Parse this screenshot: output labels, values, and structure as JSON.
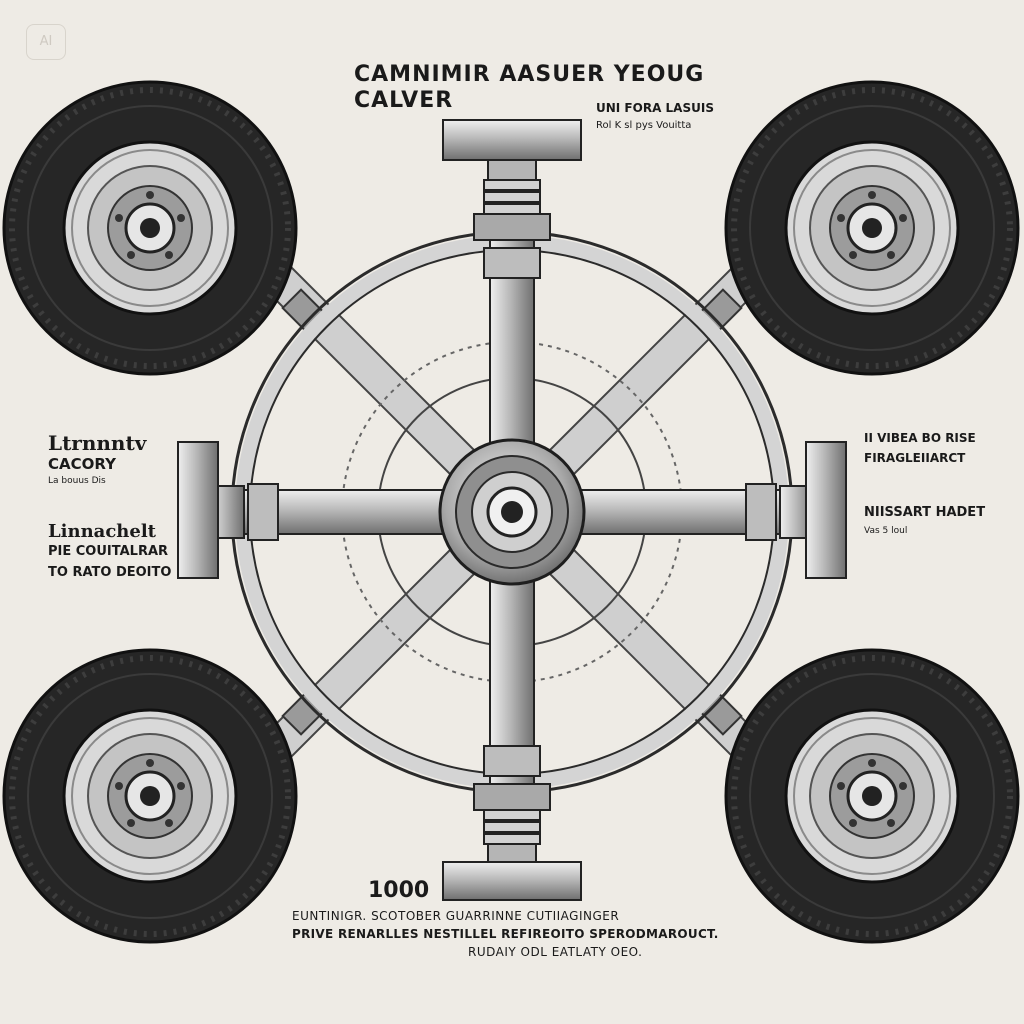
{
  "badge": "AI",
  "title": {
    "line1": "CAMNIMIR AASUER YEOUG",
    "line2": "CALVER"
  },
  "top_right_note": {
    "line1": "UNI FORA LASUIS",
    "line2": "Rol K sl pys Vouitta"
  },
  "left_labels": {
    "block1": {
      "line1": "Ltrnnntv",
      "line2": "CACORY",
      "line3": "La bouus Dis"
    },
    "block2": {
      "line1": "Linnachelt",
      "line2": "PIE COUITALRAR",
      "line3": "TO RATO DEOITO"
    }
  },
  "right_labels": {
    "block1": {
      "line1": "II VIBEA BO RISE",
      "line2": "FIRAGLEIIARCT"
    },
    "block2": {
      "line1": "NIISSART HADET",
      "line2": "Vas 5 loul"
    }
  },
  "bottom_number": "1000",
  "footer": {
    "line1": "EUNTINIGR. SCOTOBER GUARRINNE CUTIIAGINGER",
    "line2": "PRIVE RENARLLES NESTILLEL REFIREOITO SPERODMAROUCT.",
    "line3": "RUDAIY ODL EATLATY OEO."
  },
  "colors": {
    "paper": "#eeebe5",
    "ink": "#1a1a1a",
    "tire": "#262626",
    "metal_light": "#cfcfcf",
    "metal_dark": "#7a7a7a"
  }
}
